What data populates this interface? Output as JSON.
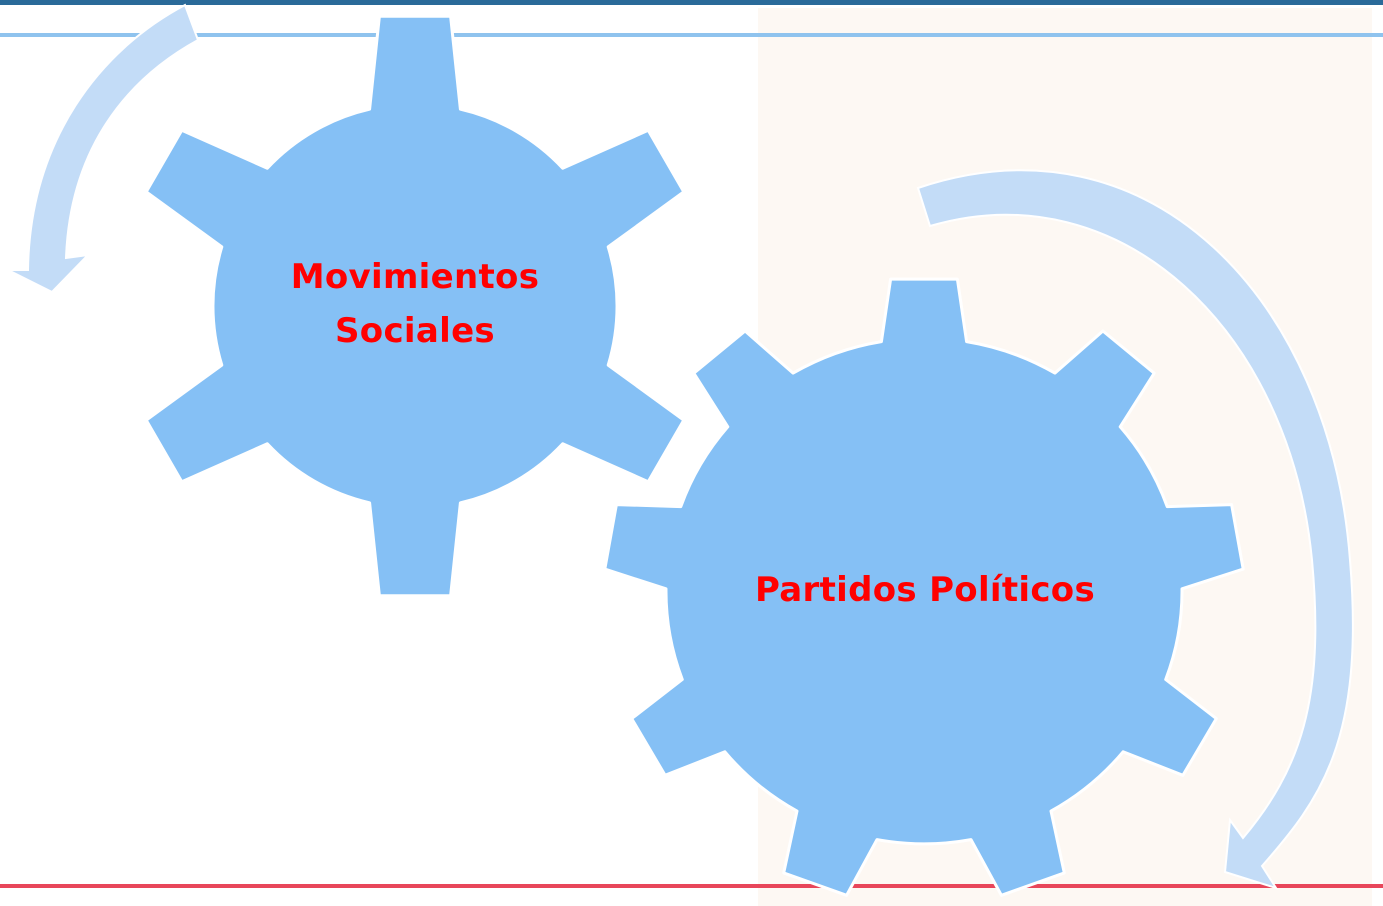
{
  "diagram": {
    "gears": [
      {
        "id": "movimientos",
        "label_line1": "Movimientos",
        "label_line2": "Sociales"
      },
      {
        "id": "partidos",
        "label": "Partidos Políticos"
      }
    ]
  },
  "colors": {
    "gear_fill": "#85c0f5",
    "gear_outline": "#ffffff",
    "arrow_fill": "#c3dcf7",
    "label_text": "#ff0000",
    "top_rule_dark": "#2a6a99",
    "top_rule_light": "#8fc3ee",
    "bottom_rule": "#e8465a",
    "right_panel_bg": "#fdf8f3"
  }
}
